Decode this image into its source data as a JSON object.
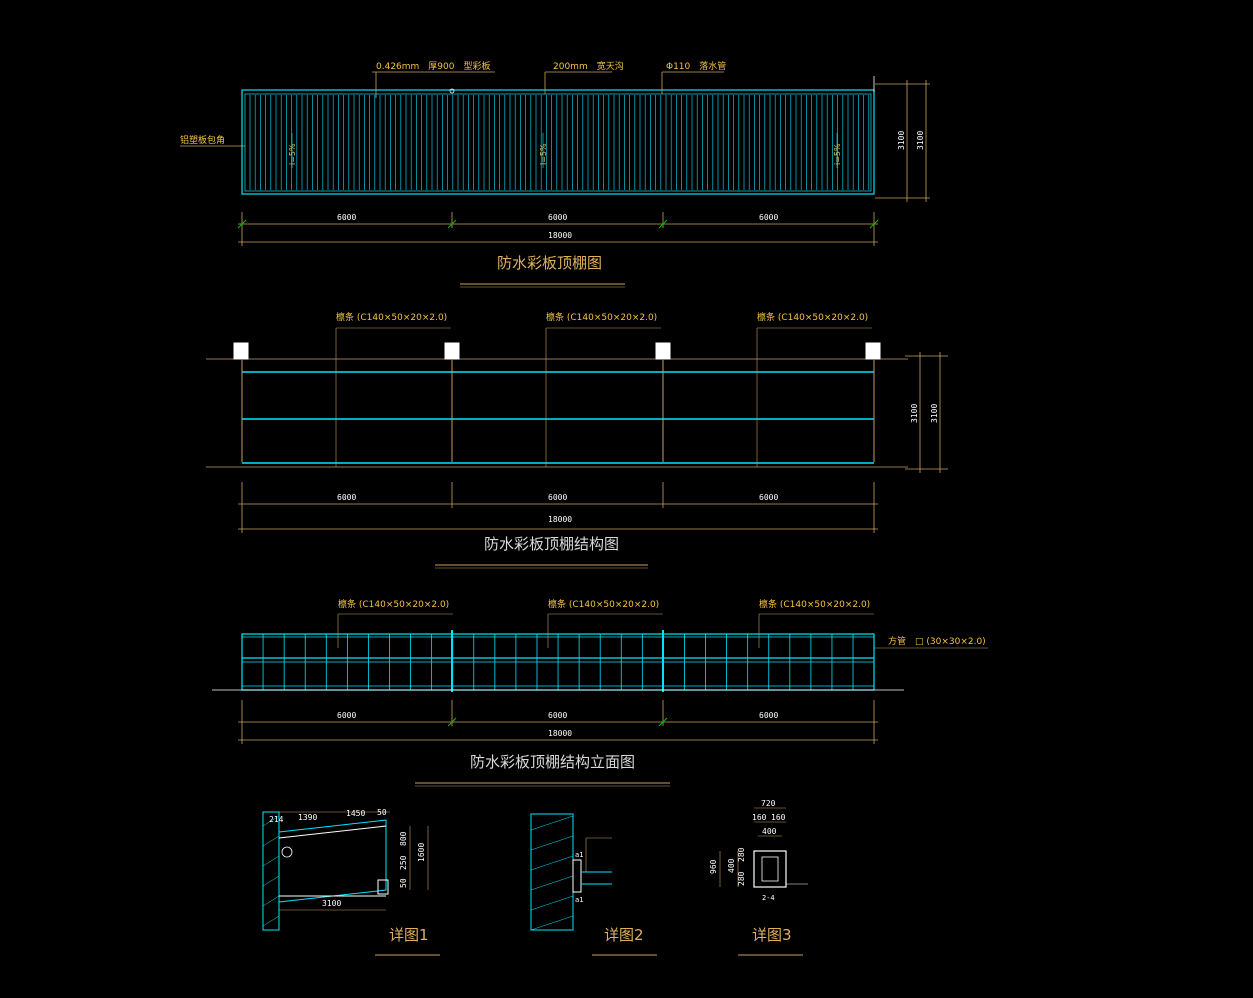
{
  "colors": {
    "background": "#000000",
    "structure_cyan": "#00e5ff",
    "dimension_tan": "#c8a060",
    "text_yellow": "#f5c242",
    "text_white": "#ffffff",
    "grid_green": "#00c000"
  },
  "roof_plan": {
    "title": "防水彩板顶棚图",
    "callout_panel": "0.426mm　厚900　型彩板",
    "callout_gutter": "200mm　宽天沟",
    "callout_downpipe": "Φ110　落水管",
    "edge_label": "铝塑板包角",
    "slope_labels": [
      "i=5%",
      "i=5%",
      "i=5%"
    ],
    "dim_right": [
      "3100",
      "3100"
    ],
    "dim_spans": [
      "6000",
      "6000",
      "6000"
    ],
    "dim_total": "18000"
  },
  "structure_plan": {
    "title": "防水彩板顶棚结构图",
    "purlin_labels": [
      "檩条 (C140×50×20×2.0)",
      "檩条 (C140×50×20×2.0)",
      "檩条 (C140×50×20×2.0)"
    ],
    "dim_right": [
      "3100",
      "3100"
    ],
    "dim_spans": [
      "6000",
      "6000",
      "6000"
    ],
    "dim_total": "18000"
  },
  "elevation": {
    "title": "防水彩板顶棚结构立面图",
    "purlin_labels": [
      "檩条 (C140×50×20×2.0)",
      "檩条 (C140×50×20×2.0)",
      "檩条 (C140×50×20×2.0)"
    ],
    "tube_label": "方管　□ (30×30×2.0)",
    "dim_spans": [
      "6000",
      "6000",
      "6000"
    ],
    "dim_total": "18000"
  },
  "details": {
    "d1": {
      "title": "详图1",
      "dims_top": [
        "214",
        "1390",
        "1450",
        "50"
      ],
      "dims_right": [
        "800",
        "250",
        "50",
        "1600"
      ],
      "dim_bottom": "3100"
    },
    "d2": {
      "title": "详图2",
      "dims": [
        "a1",
        "a1"
      ]
    },
    "d3": {
      "title": "详图3",
      "dims_top": [
        "720",
        "160",
        "160",
        "400"
      ],
      "dims_left": [
        "960",
        "400",
        "280",
        "280"
      ],
      "note": "2-4"
    }
  }
}
